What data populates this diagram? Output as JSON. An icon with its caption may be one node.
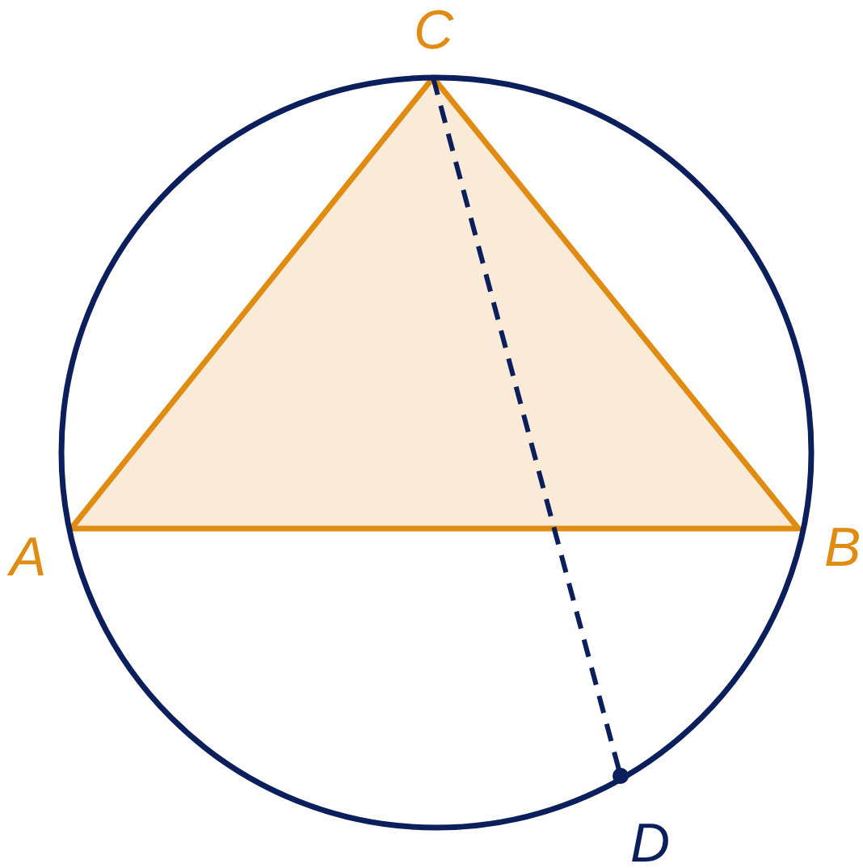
{
  "diagram": {
    "labels": [
      "C",
      "A",
      "B",
      "D"
    ]
  }
}
